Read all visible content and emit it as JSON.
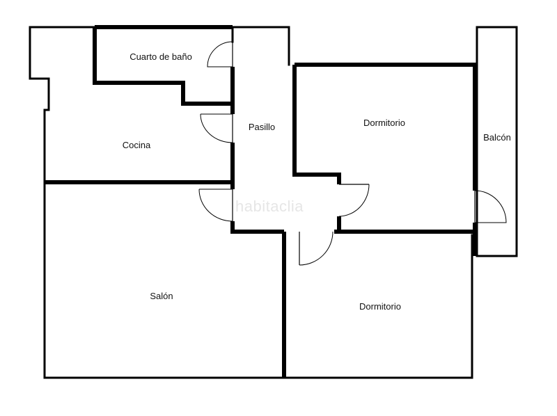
{
  "floorplan": {
    "rooms": {
      "bathroom": "Cuarto de baño",
      "kitchen": "Cocina",
      "hallway": "Pasillo",
      "bedroom_upper": "Dormitorio",
      "balcony": "Balcón",
      "living_room": "Salón",
      "bedroom_lower": "Dormitorio"
    },
    "watermark": "habitaclia",
    "colors": {
      "wall": "#000000",
      "background": "#ffffff",
      "watermark": "#e6e6e6"
    }
  }
}
